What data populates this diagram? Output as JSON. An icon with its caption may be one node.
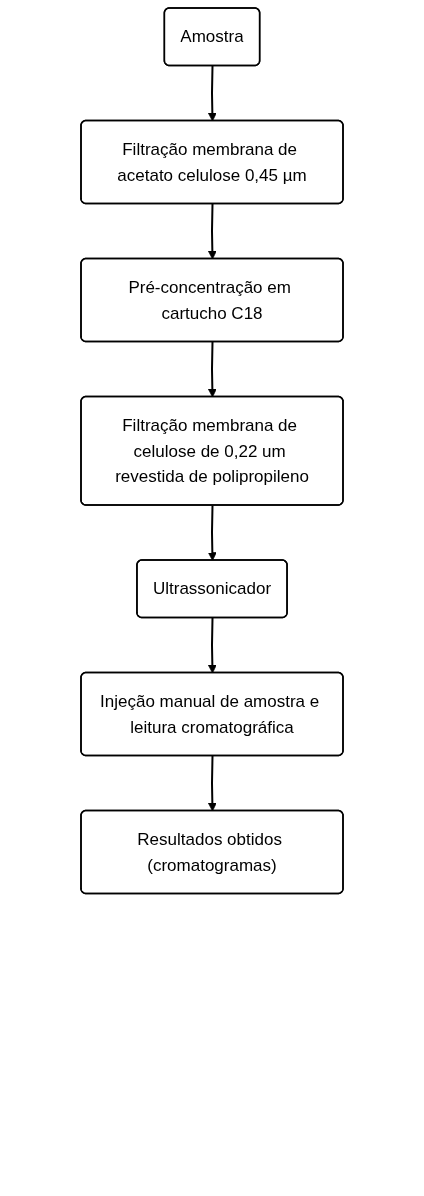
{
  "diagram": {
    "nodes": [
      {
        "text": [
          "Amostra"
        ]
      },
      {
        "text": [
          "Filtração membrana de acetato celulose 0,45 µm"
        ]
      },
      {
        "text": [
          "Pré-concentração em cartucho C18"
        ]
      },
      {
        "text": [
          "Filtração membrana de celulose de 0,22 um revestida de polipropileno"
        ]
      },
      {
        "text": [
          "Ultrassonicador"
        ]
      },
      {
        "text": [
          "Injeção manual de amostra e leitura cromatográfica"
        ]
      },
      {
        "text": [
          "Resultados obtidos (cromatogramas)"
        ]
      }
    ],
    "edges": [
      {
        "from": 0,
        "to": 1,
        "arrow": "to"
      },
      {
        "from": 1,
        "to": 2,
        "arrow": "to"
      },
      {
        "from": 2,
        "to": 3,
        "arrow": "to"
      },
      {
        "from": 3,
        "to": 4,
        "arrow": "to"
      },
      {
        "from": 4,
        "to": 5,
        "arrow": "to"
      },
      {
        "from": 5,
        "to": 6,
        "arrow": "to"
      }
    ]
  }
}
